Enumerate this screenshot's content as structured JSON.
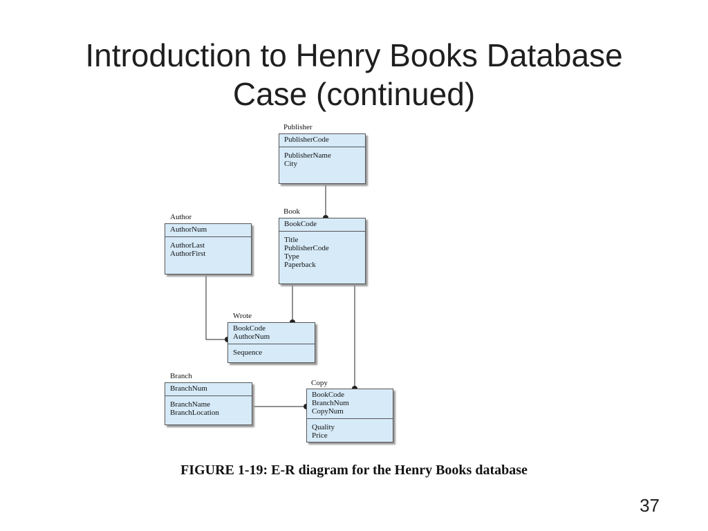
{
  "slide": {
    "title_line1": "Introduction to Henry Books Database",
    "title_line2": "Case (continued)",
    "caption": "FIGURE 1-19: E-R diagram for the Henry Books database",
    "page_number": "37"
  },
  "entities": {
    "publisher": {
      "name": "Publisher",
      "keys": [
        "PublisherCode"
      ],
      "attrs": [
        "PublisherName",
        "City"
      ]
    },
    "book": {
      "name": "Book",
      "keys": [
        "BookCode"
      ],
      "attrs": [
        "Title",
        "PublisherCode",
        "Type",
        "Paperback"
      ]
    },
    "author": {
      "name": "Author",
      "keys": [
        "AuthorNum"
      ],
      "attrs": [
        "AuthorLast",
        "AuthorFirst"
      ]
    },
    "wrote": {
      "name": "Wrote",
      "keys": [
        "BookCode",
        "AuthorNum"
      ],
      "attrs": [
        "Sequence"
      ]
    },
    "branch": {
      "name": "Branch",
      "keys": [
        "BranchNum"
      ],
      "attrs": [
        "BranchName",
        "BranchLocation"
      ]
    },
    "copy": {
      "name": "Copy",
      "keys": [
        "BookCode",
        "BranchNum",
        "CopyNum"
      ],
      "attrs": [
        "Quality",
        "Price"
      ]
    }
  },
  "relationships": [
    {
      "from": "publisher",
      "to": "book"
    },
    {
      "from": "author",
      "to": "wrote"
    },
    {
      "from": "book",
      "to": "wrote"
    },
    {
      "from": "book",
      "to": "copy"
    },
    {
      "from": "branch",
      "to": "copy"
    }
  ],
  "colors": {
    "entity_fill": "#d6eaf8",
    "line": "#222222"
  }
}
